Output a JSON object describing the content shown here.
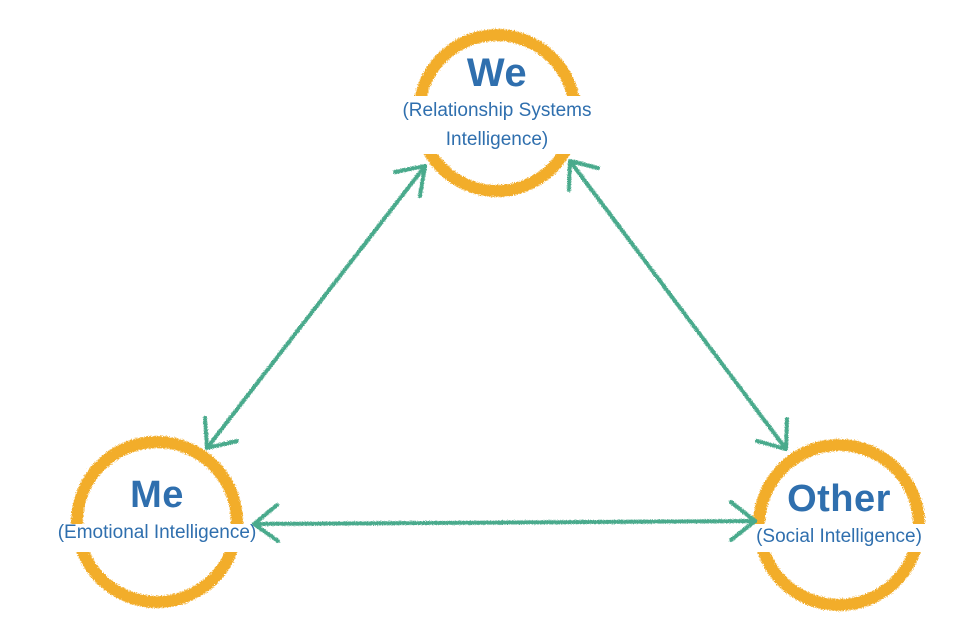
{
  "nodes": [
    {
      "id": "we",
      "title": "We",
      "subtitle_lines": [
        "(Relationship Systems",
        "Intelligence)"
      ]
    },
    {
      "id": "me",
      "title": "Me",
      "subtitle_lines": [
        "(Emotional Intelligence)"
      ]
    },
    {
      "id": "other",
      "title": "Other",
      "subtitle_lines": [
        "(Social Intelligence)"
      ]
    }
  ],
  "edges": [
    {
      "from": "me",
      "to": "we",
      "direction": "both"
    },
    {
      "from": "we",
      "to": "other",
      "direction": "both"
    },
    {
      "from": "me",
      "to": "other",
      "direction": "both"
    }
  ],
  "colors": {
    "circle": "#f2ad2c",
    "arrow": "#4aaa8c",
    "text": "#2f6fae",
    "background": "#ffffff"
  }
}
